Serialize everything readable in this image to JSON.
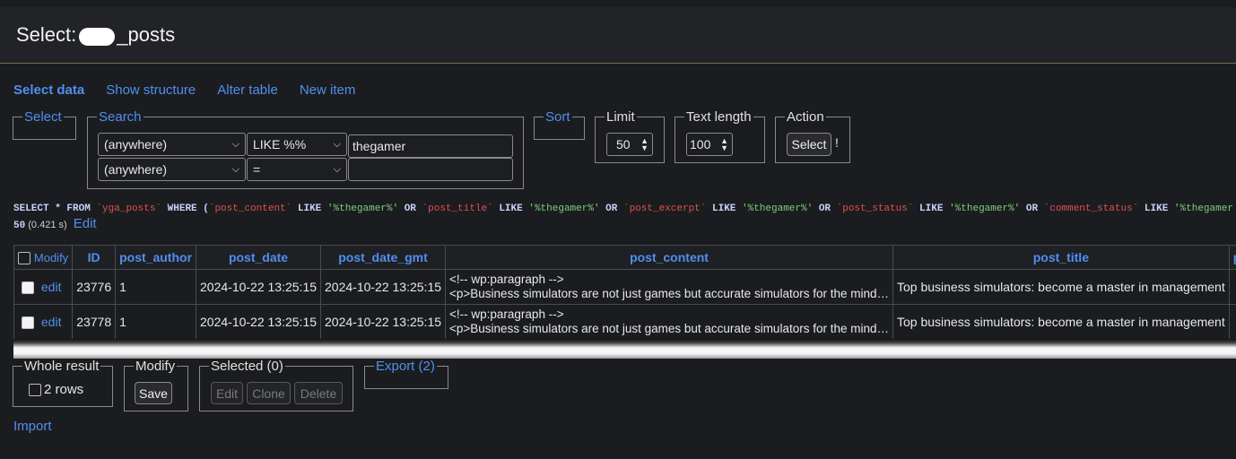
{
  "header": {
    "title_prefix": "Select:",
    "title_suffix": "_posts"
  },
  "tabs": [
    {
      "label": "Select data",
      "active": true
    },
    {
      "label": "Show structure"
    },
    {
      "label": "Alter table"
    },
    {
      "label": "New item"
    }
  ],
  "filters": {
    "select_legend": "Select",
    "search_legend": "Search",
    "rows": [
      {
        "column": "(anywhere)",
        "operator": "LIKE %%",
        "value": "thegamer"
      },
      {
        "column": "(anywhere)",
        "operator": "=",
        "value": ""
      }
    ],
    "sort_legend": "Sort",
    "limit_legend": "Limit",
    "limit_value": "50",
    "textlen_legend": "Text length",
    "textlen_value": "100",
    "action_legend": "Action",
    "select_button": "Select",
    "action_suffix": "!"
  },
  "query": {
    "sql_parts": [
      {
        "t": "kw",
        "v": "SELECT * FROM "
      },
      {
        "t": "idf",
        "v": "`yga_posts`"
      },
      {
        "t": "kw",
        "v": " WHERE ("
      },
      {
        "t": "idf",
        "v": "`post_content`"
      },
      {
        "t": "kw",
        "v": " LIKE "
      },
      {
        "t": "str",
        "v": "'%thegamer%'"
      },
      {
        "t": "kw",
        "v": " OR "
      },
      {
        "t": "idf",
        "v": "`post_title`"
      },
      {
        "t": "kw",
        "v": " LIKE "
      },
      {
        "t": "str",
        "v": "'%thegamer%'"
      },
      {
        "t": "kw",
        "v": " OR "
      },
      {
        "t": "idf",
        "v": "`post_excerpt`"
      },
      {
        "t": "kw",
        "v": " LIKE "
      },
      {
        "t": "str",
        "v": "'%thegamer%'"
      },
      {
        "t": "kw",
        "v": " OR "
      },
      {
        "t": "idf",
        "v": "`post_status`"
      },
      {
        "t": "kw",
        "v": " LIKE "
      },
      {
        "t": "str",
        "v": "'%thegamer%'"
      },
      {
        "t": "kw",
        "v": " OR "
      },
      {
        "t": "idf",
        "v": "`comment_status`"
      },
      {
        "t": "kw",
        "v": " LIKE "
      },
      {
        "t": "str",
        "v": "'%thegamer"
      }
    ],
    "limit_count": "50",
    "time": "(0.421 s)",
    "edit_link": "Edit"
  },
  "table": {
    "modify_header": "Modify",
    "columns": [
      "ID",
      "post_author",
      "post_date",
      "post_date_gmt",
      "post_content",
      "post_title",
      "post_c"
    ],
    "rows": [
      {
        "edit": "edit",
        "id": "23776",
        "author": "1",
        "date": "2024-10-22 13:25:15",
        "date_gmt": "2024-10-22 13:25:15",
        "content_line1": "<!-- wp:paragraph -->",
        "content_line2": "<p>Business simulators are not just games but accurate simulators for the mind…",
        "title": "Top business simulators: become a master in management"
      },
      {
        "edit": "edit",
        "id": "23778",
        "author": "1",
        "date": "2024-10-22 13:25:15",
        "date_gmt": "2024-10-22 13:25:15",
        "content_line1": "<!-- wp:paragraph -->",
        "content_line2": "<p>Business simulators are not just games but accurate simulators for the mind…",
        "title": "Top business simulators: become a master in management"
      }
    ]
  },
  "bottom": {
    "whole_legend": "Whole result",
    "whole_rows": "2 rows",
    "modify_legend": "Modify",
    "save_button": "Save",
    "selected_legend": "Selected (0)",
    "edit_button": "Edit",
    "clone_button": "Clone",
    "delete_button": "Delete",
    "export_legend": "Export (2)",
    "import_link": "Import"
  },
  "colors": {
    "link": "#4f8ff0",
    "sql_identifier": "#e05050",
    "sql_string": "#7ecf7e",
    "background": "#1b1c1f"
  }
}
